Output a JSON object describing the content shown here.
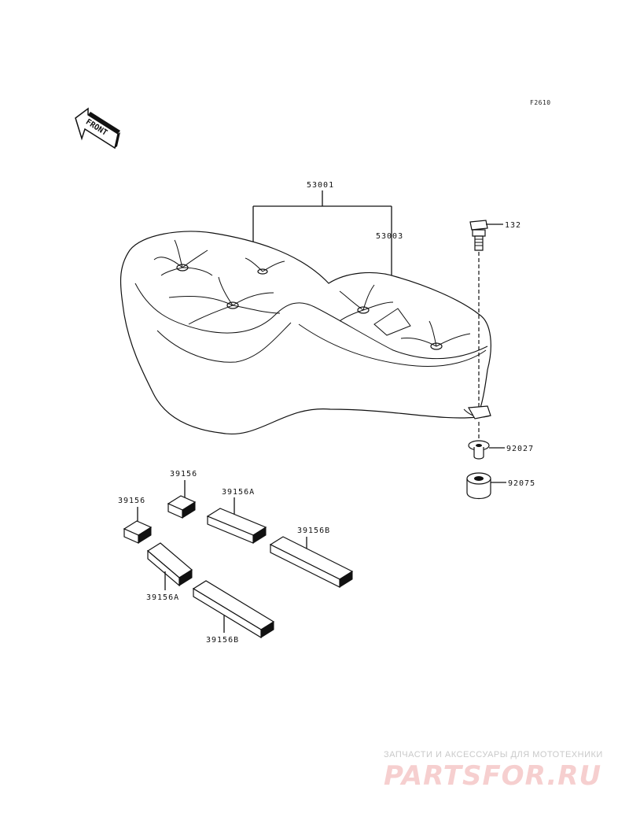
{
  "figure_code": "F2610",
  "front_label": "FRONT",
  "parts": {
    "seat_assembly": "53001",
    "seat_cover": "53003",
    "bolt": "132",
    "collar": "92027",
    "damper": "92075",
    "pad_small_top": "39156",
    "pad_small_left": "39156",
    "pad_a_top": "39156A",
    "pad_a_bottom": "39156A",
    "pad_b_right": "39156B",
    "pad_b_bottom": "39156B"
  },
  "watermark": {
    "caption": "ЗАПЧАСТИ И АКСЕССУАРЫ ДЛЯ МОТОТЕХНИКИ",
    "logo_text": "PARTSFOR.RU"
  },
  "colors": {
    "ink": "#111111",
    "watermark_caption": "#c9c9c9",
    "watermark_logo": "#f6cfcf"
  }
}
